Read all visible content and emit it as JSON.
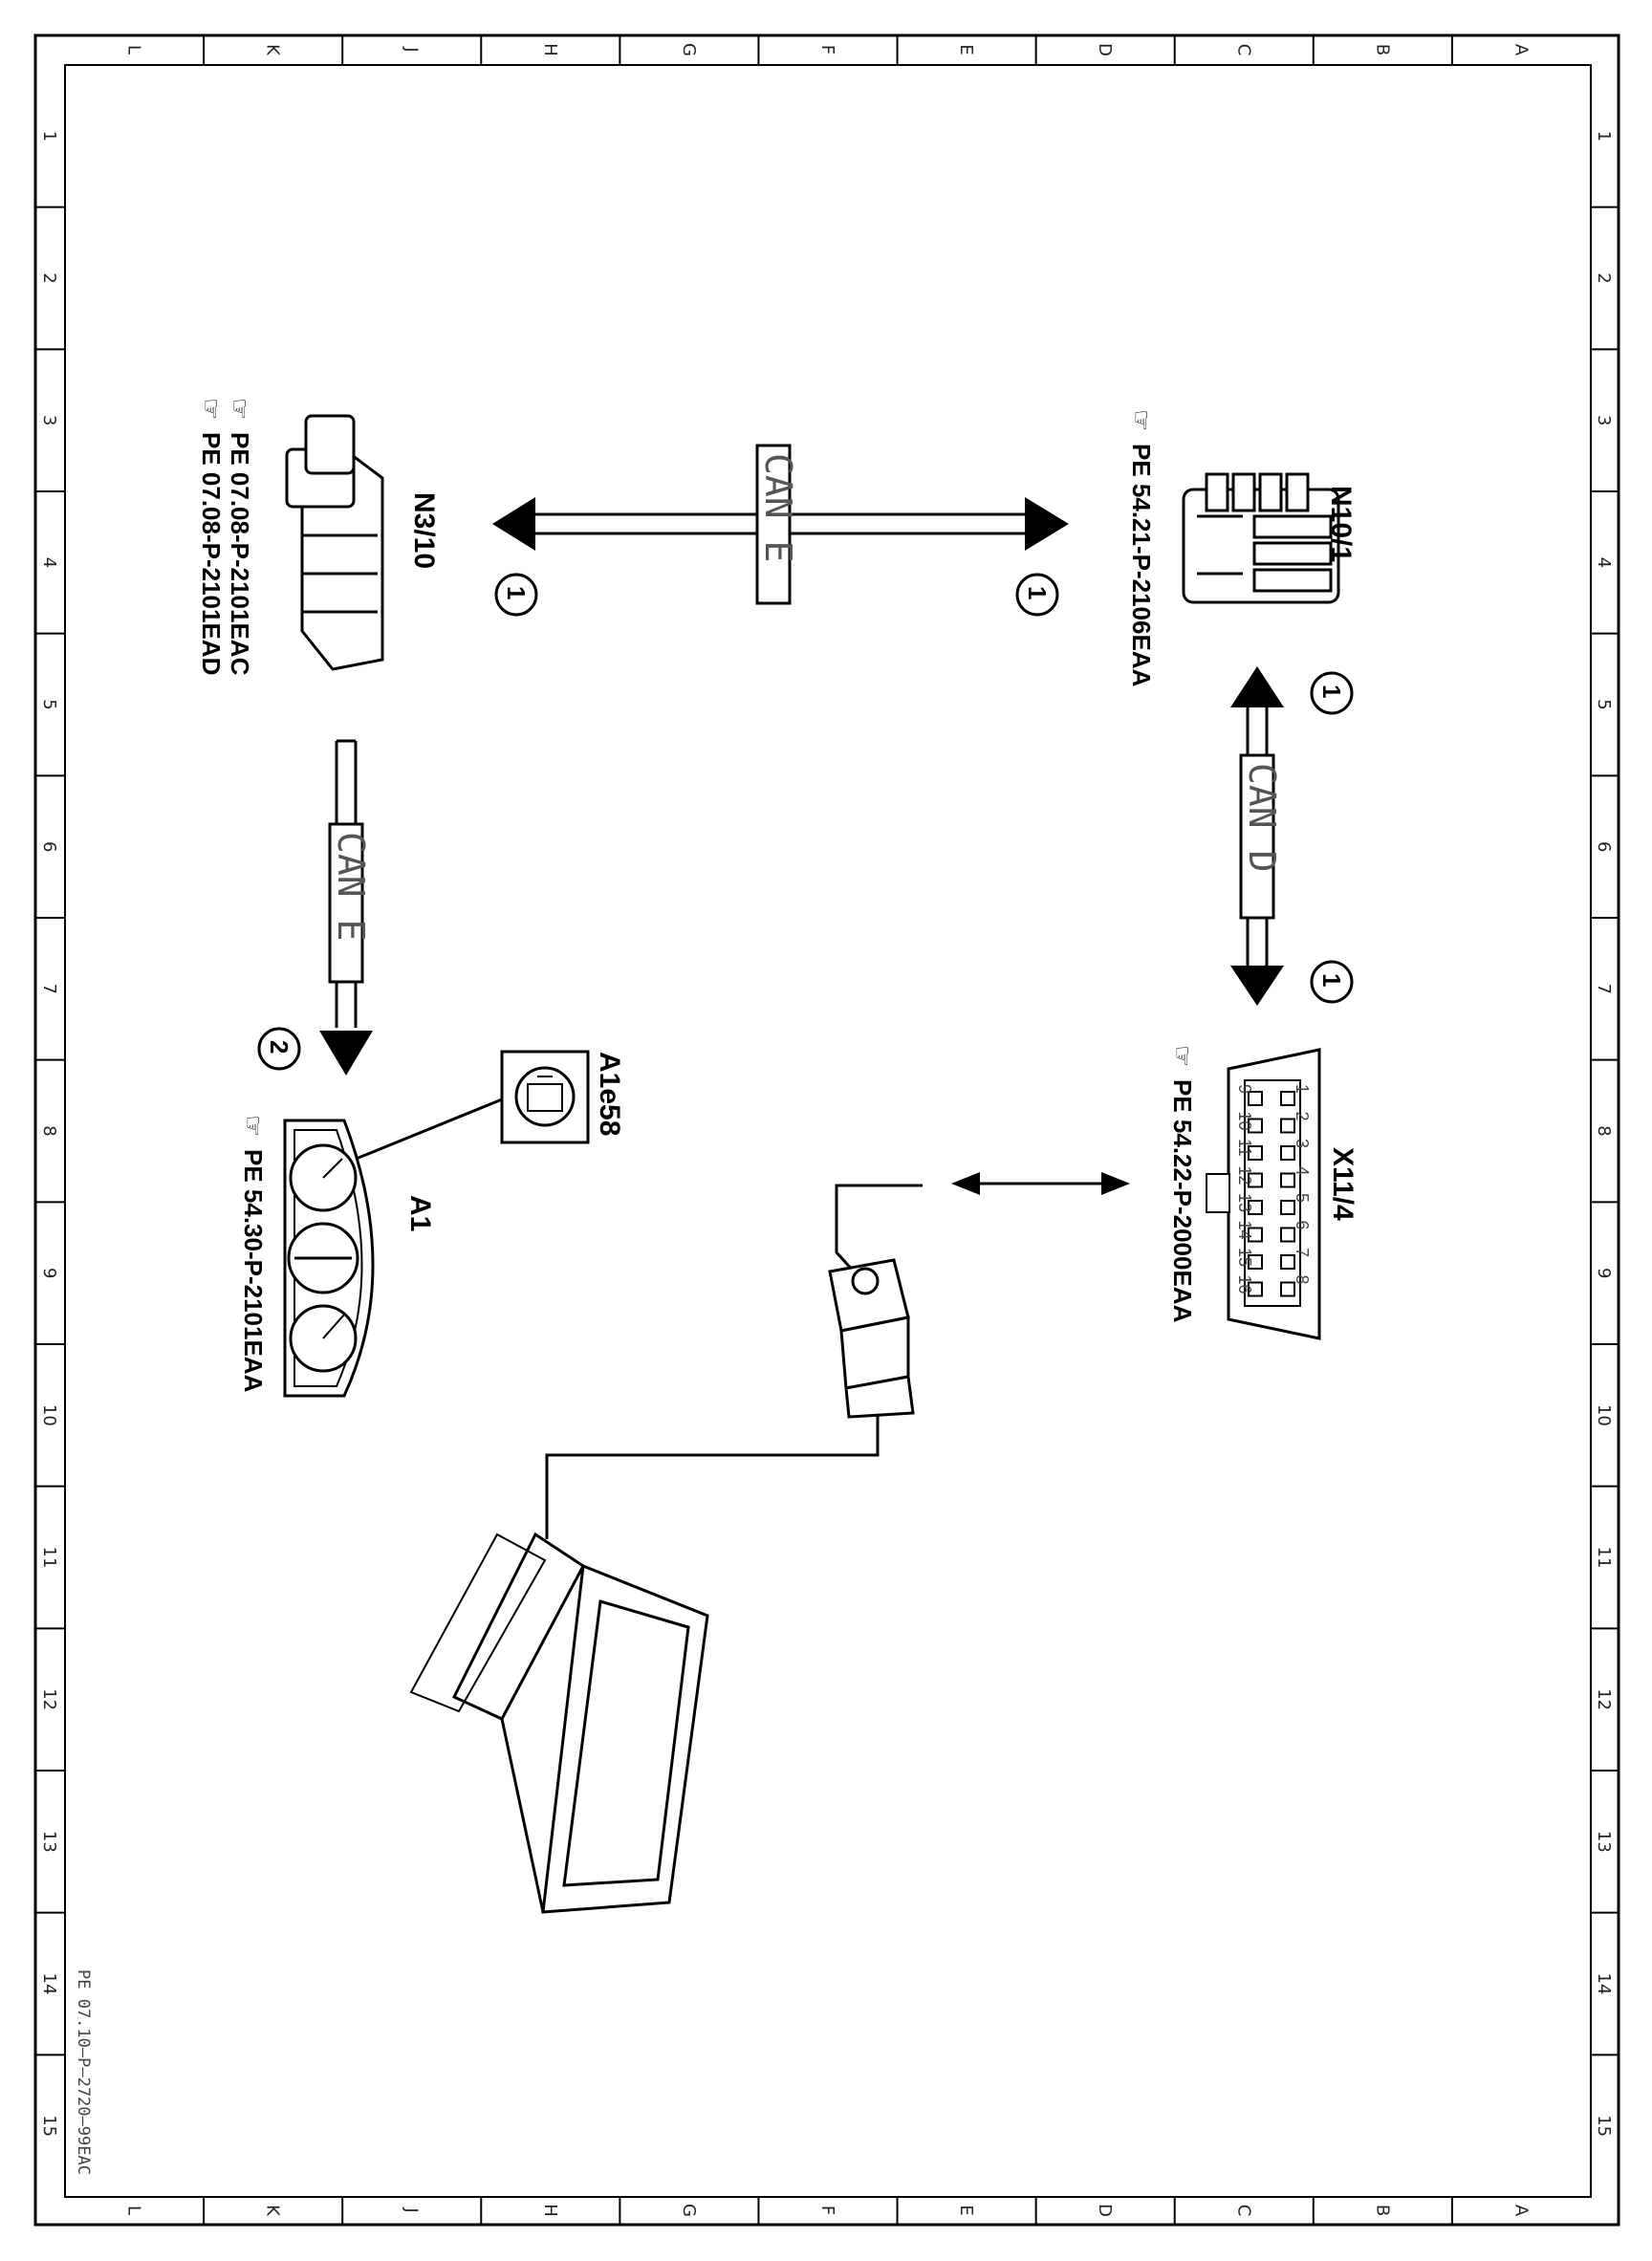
{
  "frame": {
    "col_labels": [
      "L",
      "K",
      "J",
      "H",
      "G",
      "F",
      "E",
      "D",
      "C",
      "B",
      "A"
    ],
    "row_labels": [
      "1",
      "2",
      "3",
      "4",
      "5",
      "6",
      "7",
      "8",
      "9",
      "10",
      "11",
      "12",
      "13",
      "14",
      "15"
    ],
    "doc_id": "PE 07.10–P–2720–99EAC"
  },
  "components": {
    "n10_1": {
      "label": "N10/1",
      "ref": "PE  54.21-P-2106EAA"
    },
    "n3_10": {
      "label": "N3/10",
      "ref1": "PE  07.08-P-2101EAC",
      "ref2": "PE  07.08-P-2101EAD"
    },
    "x11_4": {
      "label": "X11/4",
      "ref": "PE  54.22-P-2000EAA",
      "pins_top": [
        "1",
        "2",
        "3",
        "4",
        "5",
        "6",
        "7",
        "8"
      ],
      "pins_bottom": [
        "9",
        "10",
        "11",
        "12",
        "13",
        "14",
        "15",
        "16"
      ]
    },
    "a1": {
      "label": "A1",
      "ref": "PE  54.30-P-2101EAA"
    },
    "a1e58": {
      "label": "A1e58"
    }
  },
  "buses": {
    "can_e_top": "CAN  E",
    "can_d": "CAN  D",
    "can_e_left": "CAN  E"
  },
  "markers": {
    "m1": "1",
    "m2": "2"
  }
}
